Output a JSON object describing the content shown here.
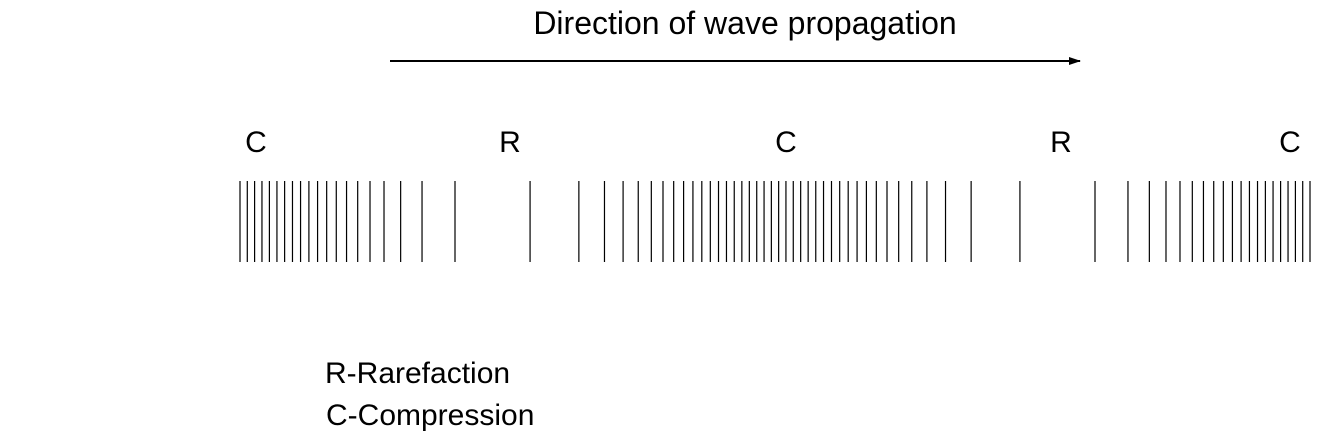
{
  "title": "Direction of wave propagation",
  "region_labels": [
    "C",
    "R",
    "C",
    "R",
    "C"
  ],
  "legend": {
    "rarefaction": "R-Rarefaction",
    "compression": "C-Compression"
  },
  "wave": {
    "compression_centers": 3,
    "rarefaction_centers": 2
  },
  "colors": {
    "ink": "#000000",
    "background": "#ffffff"
  }
}
